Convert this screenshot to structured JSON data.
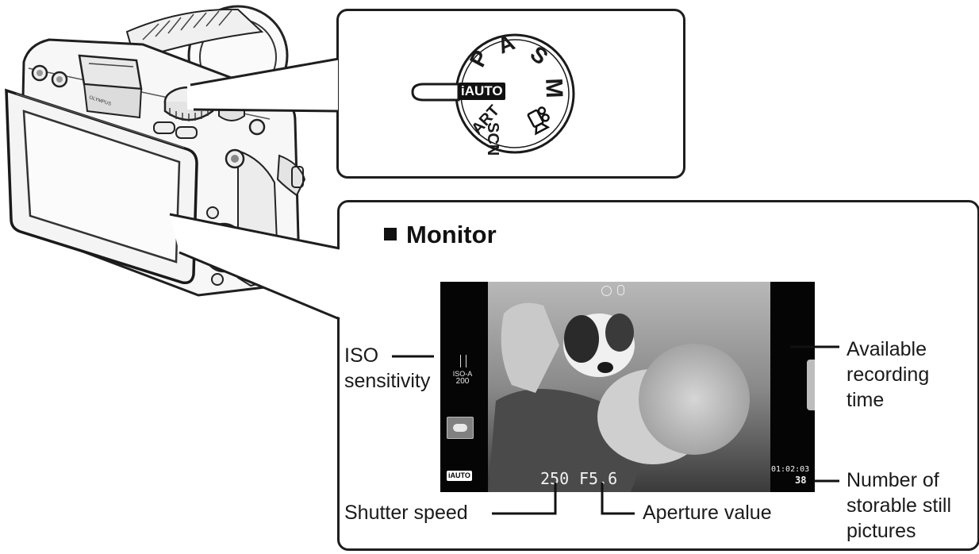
{
  "dial": {
    "modes": [
      "P",
      "A",
      "S",
      "M",
      "ART",
      "SCN"
    ],
    "selected": "iAUTO",
    "movie_icon": "movie-camera-icon"
  },
  "monitor": {
    "title": "Monitor",
    "screen": {
      "top_icons": [
        "face-icon",
        "microphone-icon"
      ],
      "iso_readout": "ISO-A",
      "iso_value": "200",
      "mode_badge": "iAUTO",
      "shutter_value": "250",
      "aperture_value": "F5.6",
      "recording_time": "01:02:03",
      "storable_count": "38"
    },
    "callouts": {
      "iso_line1": "ISO",
      "iso_line2": "sensitivity",
      "available_line1": "Available",
      "available_line2": "recording",
      "available_line3": "time",
      "shutter": "Shutter speed",
      "aperture": "Aperture value",
      "storable_line1": "Number of",
      "storable_line2": "storable still",
      "storable_line3": "pictures"
    }
  },
  "camera": {
    "brand_text": "OLYMPUS"
  }
}
